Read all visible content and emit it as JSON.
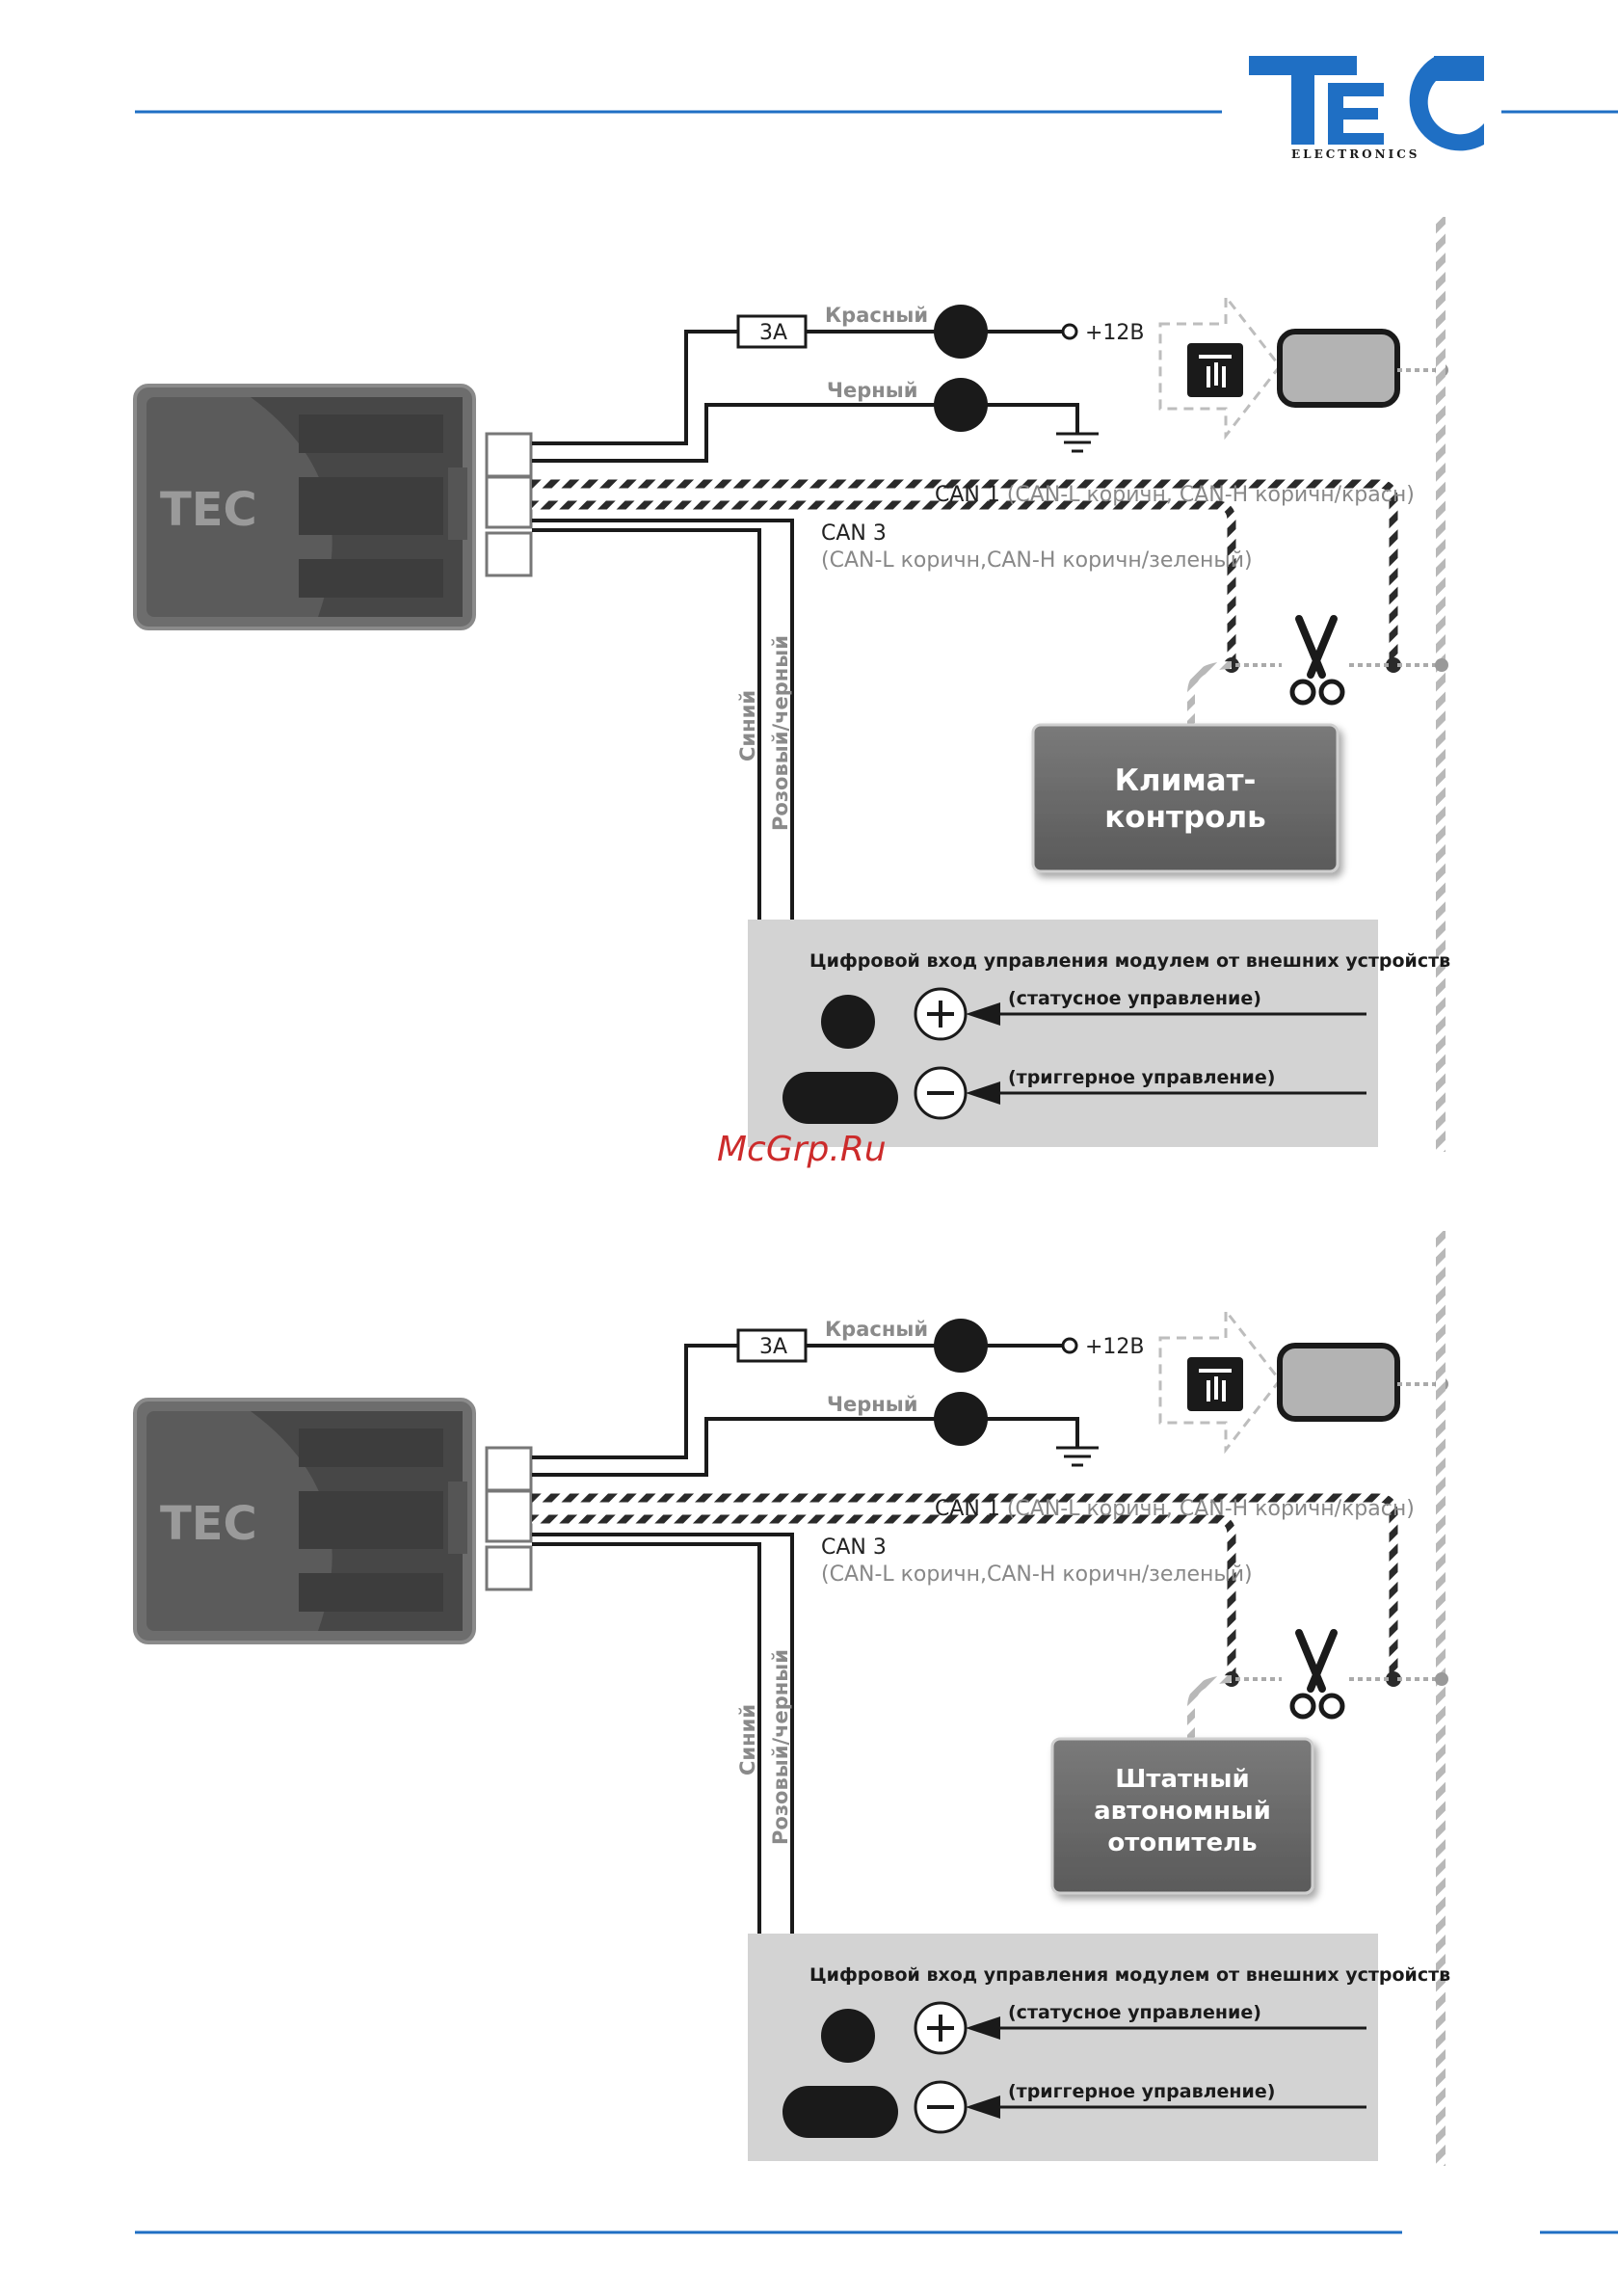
{
  "header": {
    "logo_text": "TEC",
    "logo_subtitle": "ELECTRONICS",
    "brand_color": "#1f6fc4"
  },
  "watermark": "McGrp.Ru",
  "diagrams": [
    {
      "fuse_label": "3A",
      "red_wire": "Красный",
      "black_wire": "Черный",
      "plus12": "+12В",
      "can1_main": "CAN 1",
      "can1_detail": " (CAN-L коричн, CAN-H коричн/красн)",
      "can3_main": "CAN 3",
      "can3_detail": "(CAN-L коричн,CAN-H коричн/зеленый)",
      "blue_wire": "Синий",
      "pink_wire": "Розовый/черный",
      "device_lines": [
        "Климат-",
        "контроль"
      ],
      "panel_title": "Цифровой вход управления модулем от внешних устройств",
      "status_label": "(статусное управление)",
      "trigger_label": "(триггерное управление)"
    },
    {
      "fuse_label": "3A",
      "red_wire": "Красный",
      "black_wire": "Черный",
      "plus12": "+12В",
      "can1_main": "CAN 1",
      "can1_detail": " (CAN-L коричн, CAN-H коричн/красн)",
      "can3_main": "CAN 3",
      "can3_detail": "(CAN-L коричн,CAN-H коричн/зеленый)",
      "blue_wire": "Синий",
      "pink_wire": "Розовый/черный",
      "device_lines": [
        "Штатный",
        "автономный",
        "отопитель"
      ],
      "panel_title": "Цифровой вход управления модулем от внешних устройств",
      "status_label": "(статусное управление)",
      "trigger_label": "(триггерное управление)"
    }
  ],
  "icons": [
    "scissors-icon",
    "ground-icon",
    "heater-icon",
    "arrow-icon",
    "plus-icon",
    "minus-icon"
  ]
}
